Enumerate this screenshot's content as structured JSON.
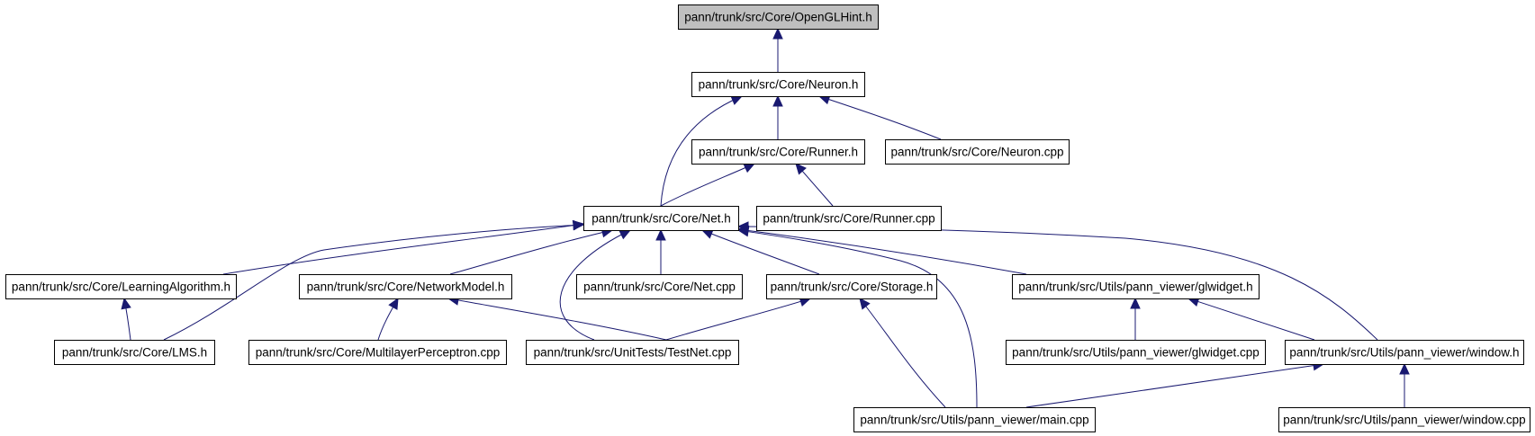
{
  "diagram": {
    "colors": {
      "node_fill": "#ffffff",
      "root_fill": "#bfbfbf",
      "edge": "#191970",
      "border": "#000000"
    },
    "nodes": {
      "openglhint": {
        "label": "pann/trunk/src/Core/OpenGLHint.h",
        "highlighted": true
      },
      "neuron_h": {
        "label": "pann/trunk/src/Core/Neuron.h"
      },
      "runner_h": {
        "label": "pann/trunk/src/Core/Runner.h"
      },
      "neuron_cpp": {
        "label": "pann/trunk/src/Core/Neuron.cpp"
      },
      "net_h": {
        "label": "pann/trunk/src/Core/Net.h"
      },
      "runner_cpp": {
        "label": "pann/trunk/src/Core/Runner.cpp"
      },
      "learning_h": {
        "label": "pann/trunk/src/Core/LearningAlgorithm.h"
      },
      "networkmodel_h": {
        "label": "pann/trunk/src/Core/NetworkModel.h"
      },
      "net_cpp": {
        "label": "pann/trunk/src/Core/Net.cpp"
      },
      "storage_h": {
        "label": "pann/trunk/src/Core/Storage.h"
      },
      "glwidget_h": {
        "label": "pann/trunk/src/Utils/pann_viewer/glwidget.h"
      },
      "lms_h": {
        "label": "pann/trunk/src/Core/LMS.h"
      },
      "mlp_cpp": {
        "label": "pann/trunk/src/Core/MultilayerPerceptron.cpp"
      },
      "testnet_cpp": {
        "label": "pann/trunk/src/UnitTests/TestNet.cpp"
      },
      "glwidget_cpp": {
        "label": "pann/trunk/src/Utils/pann_viewer/glwidget.cpp"
      },
      "window_h": {
        "label": "pann/trunk/src/Utils/pann_viewer/window.h"
      },
      "main_cpp": {
        "label": "pann/trunk/src/Utils/pann_viewer/main.cpp"
      },
      "window_cpp": {
        "label": "pann/trunk/src/Utils/pann_viewer/window.cpp"
      }
    },
    "edges": [
      [
        "neuron_h",
        "openglhint"
      ],
      [
        "runner_h",
        "neuron_h"
      ],
      [
        "neuron_cpp",
        "neuron_h"
      ],
      [
        "net_h",
        "neuron_h"
      ],
      [
        "net_h",
        "runner_h"
      ],
      [
        "runner_cpp",
        "runner_h"
      ],
      [
        "learning_h",
        "net_h"
      ],
      [
        "lms_h",
        "net_h"
      ],
      [
        "networkmodel_h",
        "net_h"
      ],
      [
        "testnet_cpp",
        "net_h"
      ],
      [
        "net_cpp",
        "net_h"
      ],
      [
        "storage_h",
        "net_h"
      ],
      [
        "main_cpp",
        "net_h"
      ],
      [
        "glwidget_h",
        "net_h"
      ],
      [
        "window_h",
        "net_h"
      ],
      [
        "lms_h",
        "learning_h"
      ],
      [
        "mlp_cpp",
        "networkmodel_h"
      ],
      [
        "testnet_cpp",
        "networkmodel_h"
      ],
      [
        "testnet_cpp",
        "storage_h"
      ],
      [
        "main_cpp",
        "storage_h"
      ],
      [
        "glwidget_cpp",
        "glwidget_h"
      ],
      [
        "window_h",
        "glwidget_h"
      ],
      [
        "main_cpp",
        "window_h"
      ],
      [
        "window_cpp",
        "window_h"
      ]
    ]
  }
}
